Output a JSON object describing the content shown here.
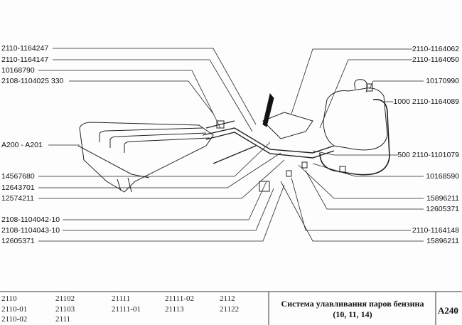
{
  "left_labels": [
    "2110-1164247",
    "2110-1164147",
    "10168790",
    "2108-1104025 330",
    "A200 - A201",
    "14567680",
    "12643701",
    "12574211",
    "2108-1104042-10",
    "2108-1104043-10",
    "12605371"
  ],
  "right_labels": [
    "2110-1164062",
    "2110-1164050",
    "10170990",
    "1000  2110-1164089",
    "500  2110-1101079",
    "10168590",
    "15896211",
    "12605371",
    "2110-1164148",
    "15896211"
  ],
  "models": [
    [
      "2110",
      "2110-01",
      "2110-02"
    ],
    [
      "21102",
      "21103",
      "2111"
    ],
    [
      "21111",
      "21111-01"
    ],
    [
      "21111-02",
      "21113"
    ],
    [
      "2112",
      "21122"
    ]
  ],
  "title_line1": "Система улавливания паров бензина",
  "title_line2": "(10, 11, 14)",
  "page_code": "A240"
}
